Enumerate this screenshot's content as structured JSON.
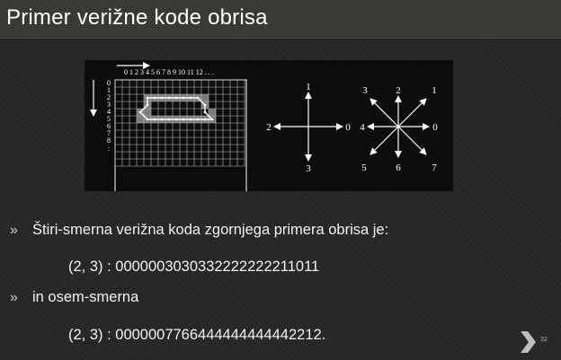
{
  "slide": {
    "title": "Primer verižne kode obrisa",
    "bullet_glyph": "»",
    "bullets": [
      {
        "text": "Štiri-smerna verižna koda zgornjega primera obrisa je:"
      },
      {
        "text": "(2, 3) : 0000003030332222222211011"
      },
      {
        "text": "in osem-smerna"
      },
      {
        "text": "(2, 3) : 0000007766444444444442212."
      }
    ],
    "slide_number": "32"
  },
  "figure": {
    "grid_columns": "0 1 2 3 4 5 6 7 8 9 10 11 12 . . .",
    "grid_rows": [
      "0",
      "1",
      "2",
      "3",
      "4",
      "5",
      "6",
      "7",
      "8",
      ":"
    ],
    "four_dir": {
      "up": "1",
      "left": "2",
      "right": "0",
      "down": "3"
    },
    "eight_dir": {
      "up_left": "3",
      "up": "2",
      "up_right": "1",
      "left": "4",
      "right": "0",
      "down_left": "5",
      "down": "6",
      "down_right": "7"
    }
  }
}
